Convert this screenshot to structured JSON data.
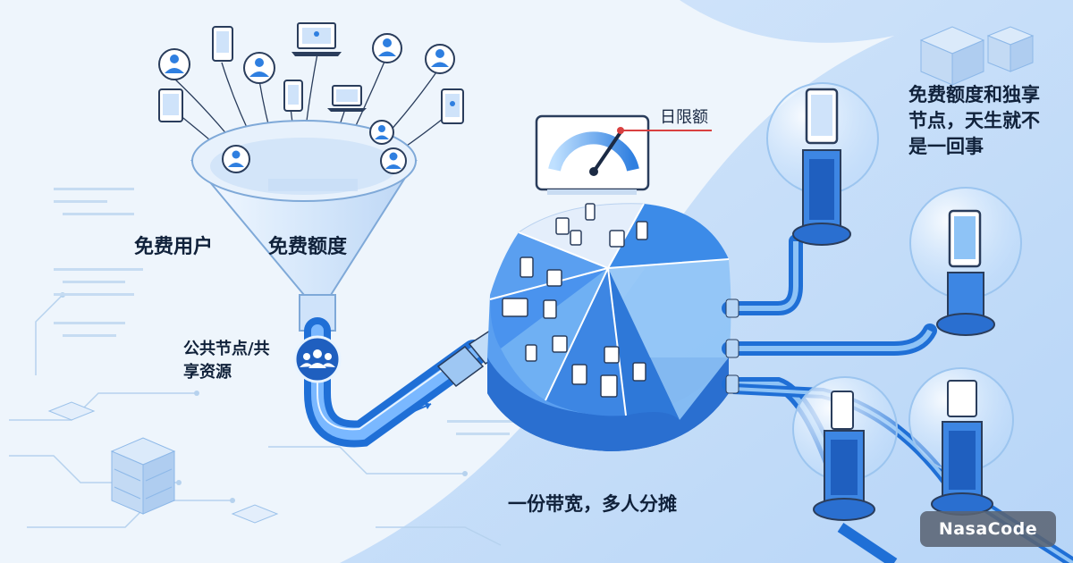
{
  "labels": {
    "free_users": "免费用户",
    "free_quota": "免费额度",
    "shared_nodes": "公共节点/共享资源",
    "daily_limit": "日限额",
    "headline": "免费额度和独享节点，天生就不是一回事",
    "bandwidth_split": "一份带宽，多人分摊"
  },
  "brand": "NasaCode",
  "icons": {
    "users": [
      "user-avatar-icon",
      "phone-icon",
      "laptop-icon",
      "tablet-icon"
    ],
    "hub": "group-users-icon",
    "gauge": "speed-gauge-icon",
    "server": "server-stack-icon",
    "dedicated_node": "dedicated-node-icon"
  },
  "colors": {
    "primary": "#2f7fe0",
    "pipe": "#3b8ff0",
    "accent_line": "#d94040",
    "text": "#10213a",
    "background": "#eef5fc"
  }
}
